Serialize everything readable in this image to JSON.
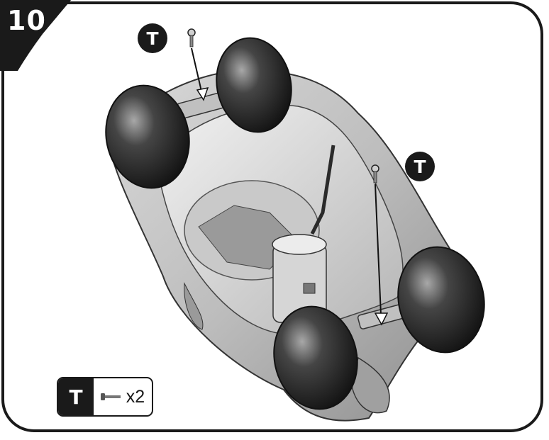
{
  "step": {
    "number": "10"
  },
  "callouts": [
    "T",
    "T"
  ],
  "legend": {
    "key": "T",
    "part_icon": "screw-icon",
    "quantity": "x2"
  }
}
